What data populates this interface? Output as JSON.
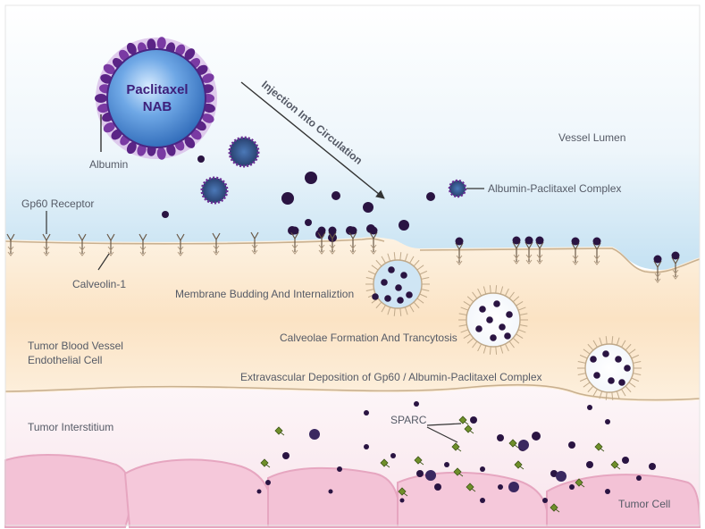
{
  "labels": {
    "nab_line1": "Paclitaxel",
    "nab_line2": "NAB",
    "albumin": "Albumin",
    "injection": "Injection Into Circulation",
    "vessel_lumen": "Vessel Lumen",
    "complex": "Albumin-Paclitaxel Complex",
    "gp60_receptor": "Gp60 Receptor",
    "calveolin": "Calveolin-1",
    "membrane_budding": "Membrane Budding And Internaliztion",
    "calveolae_formation": "Calveolae Formation And Trancytosis",
    "endothelial_line1": "Tumor Blood Vessel",
    "endothelial_line2": "Endothelial Cell",
    "deposition": "Extravascular Deposition of Gp60 / Albumin-Paclitaxel Complex",
    "interstitium": "Tumor Interstitium",
    "sparc": "SPARC",
    "tumor_cell": "Tumor Cell"
  },
  "colors": {
    "lumen_top": "#ffffff",
    "lumen_bottom": "#c7e3f3",
    "endothelial": "#fbe6c8",
    "interstitium": "#fbeef3",
    "tumor_cell": "#f5c6d8",
    "tumor_cell_edge": "#e7a8c1",
    "nab_blue": "#3f7fc9",
    "albumin_purple": "#6a2e94",
    "drug_dark": "#2a1442",
    "sparc_green": "#6f8f2a"
  },
  "icons": {
    "receptor": "y-receptor-icon",
    "vesicle": "caveola-vesicle-icon",
    "particle": "albumin-paclitaxel-particle-icon",
    "sparc": "sparc-protein-icon"
  }
}
